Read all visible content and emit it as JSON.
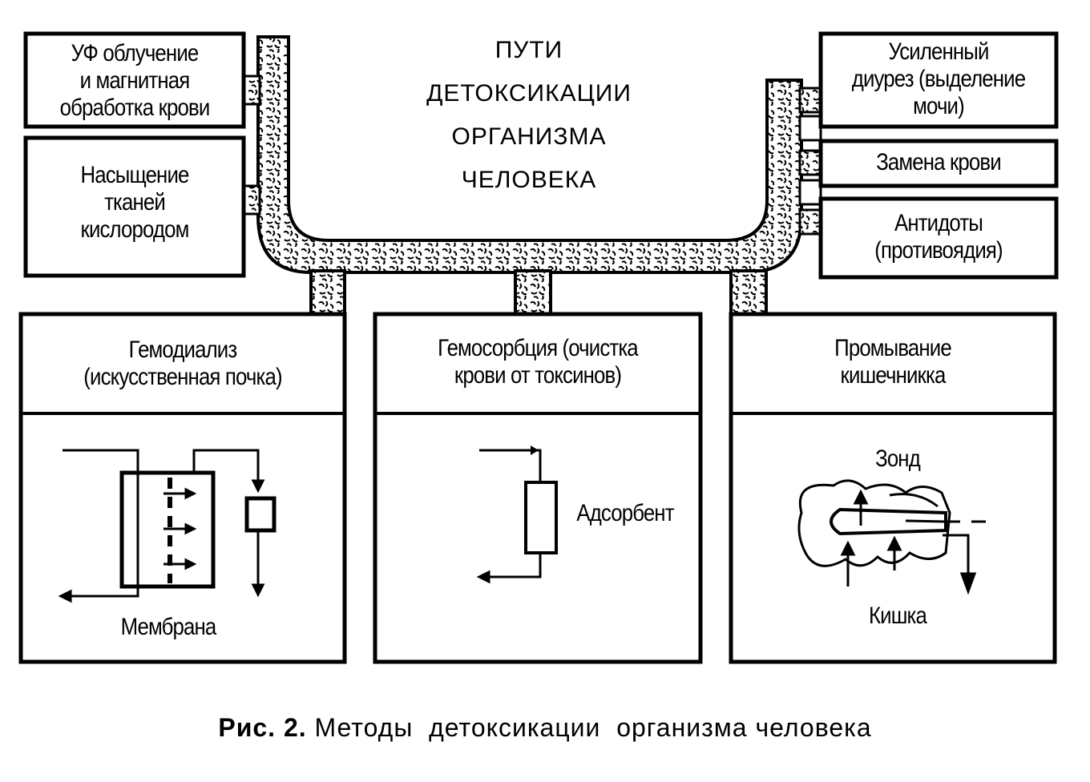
{
  "title": "ПУТИ\nДЕТОКСИКАЦИИ\nОРГАНИЗМА\nЧЕЛОВЕКА",
  "left_boxes": [
    "УФ облучение\nи магнитная\nобработка крови",
    "Насыщение\nтканей\nкислородом"
  ],
  "right_boxes": [
    "Усиленный\nдиурез (выделение\nмочи)",
    "Замена крови",
    "Антидоты\n(противоядия)"
  ],
  "panels": [
    {
      "heading": "Гемодиализ\n(искусственная почка)",
      "label": "Мембрана"
    },
    {
      "heading": "Гемосорбция (очистка\nкрови от токсинов)",
      "label": "Адсорбент"
    },
    {
      "heading": "Промывание\nкишечникка",
      "label_top": "Зонд",
      "label_bottom": "Кишка"
    }
  ],
  "caption": {
    "prefix": "Рис. 2.",
    "text": " Методы  детоксикации  организма человека"
  }
}
